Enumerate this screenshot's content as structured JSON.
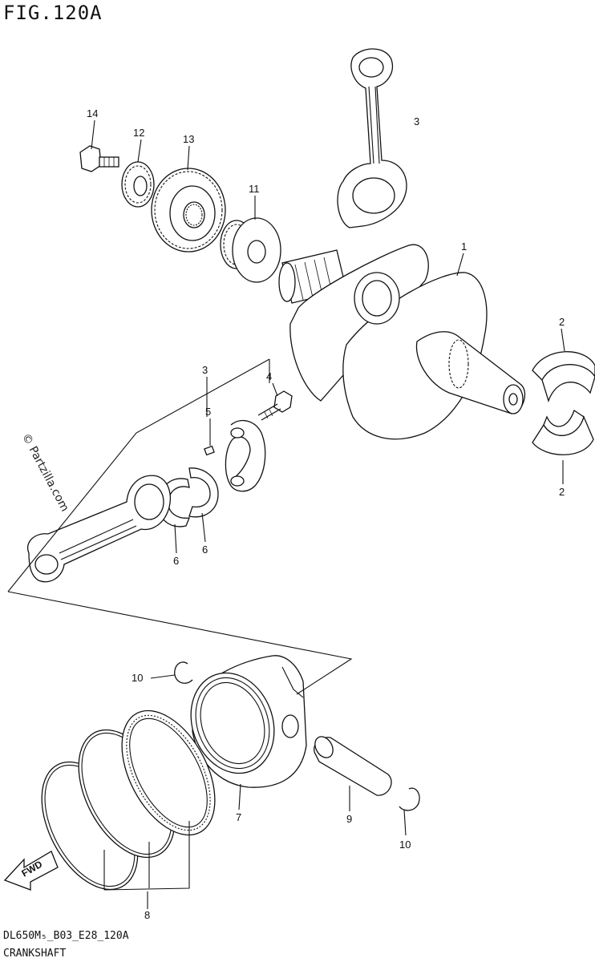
{
  "figure": {
    "title": "FIG.120A",
    "ref_code": "DL650M₅_B03_E28_120A",
    "caption": "CRANKSHAFT",
    "watermark": "© Partzilla.com",
    "fwd_label": "FWD"
  },
  "callouts": {
    "crankshaft": "1",
    "crank_bearing_top": "2",
    "crank_bearing_bottom": "2",
    "conrod_top": "3",
    "conrod_mid": "3",
    "conrod_bolt": "4",
    "conrod_nut": "5",
    "conrod_bearing_left": "6",
    "conrod_bearing_right": "6",
    "piston": "7",
    "piston_ring_set": "8",
    "piston_pin": "9",
    "circlip_top": "10",
    "circlip_bottom": "10",
    "washer_gear": "11",
    "small_gear": "12",
    "primary_gear": "13",
    "gear_bolt": "14"
  }
}
